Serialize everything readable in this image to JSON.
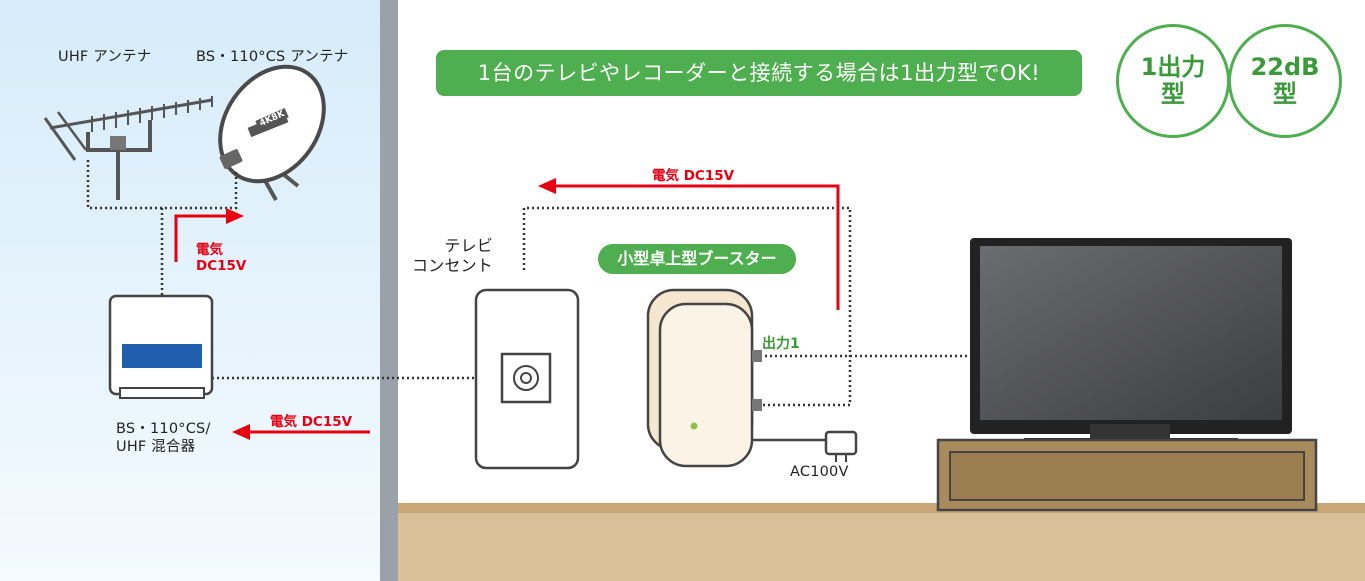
{
  "labels": {
    "uhf_antenna": "UHF アンテナ",
    "bs_antenna": "BS・110°CS アンテナ",
    "tv_outlet_line1": "テレビ",
    "tv_outlet_line2": "コンセント",
    "mixer_line1": "BS・110°CS/",
    "mixer_line2": "UHF 混合器",
    "output1": "出力1",
    "ac": "AC100V",
    "dish_logo": "4K8K"
  },
  "headline": "1台のテレビやレコーダーと接続する場合は1出力型でOK!",
  "booster_label": "小型卓上型ブースター",
  "power": {
    "top": "電気 DC15V",
    "left_line1": "電気",
    "left_line2": "DC15V",
    "bottom": "電気 DC15V"
  },
  "badges": [
    {
      "line1": "1出力",
      "line2": "型"
    },
    {
      "line1": "22dB",
      "line2": "型"
    }
  ],
  "colors": {
    "accent_green": "#4fae4f",
    "power_red": "#e60012",
    "sky": "#dff0fb",
    "wall_divider": "#9aa1a8",
    "floor": "#d9c098",
    "floor_edge": "#c9a676",
    "tv_stand": "#a88a5c"
  }
}
